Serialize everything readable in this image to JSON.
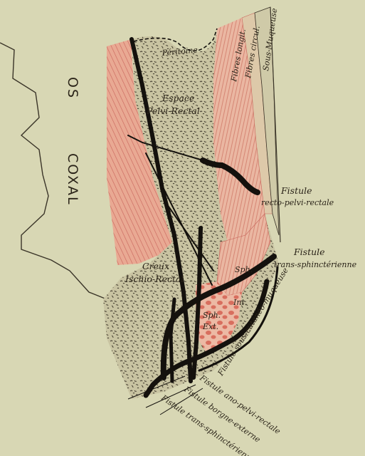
{
  "figure": {
    "colors": {
      "paper": "#d8d7b4",
      "tissue_speckle": "#c9c4a2",
      "muscle_pink": "#e9a993",
      "muscle_lines": "#c8635a",
      "ink": "#14110d"
    },
    "labels": {
      "os_coxal_1": "OS",
      "os_coxal_2": "COXAL",
      "peritoine": "Péritoine",
      "fibres_longit": "Fibres longit.",
      "fibres_circul": "Fibres circul.",
      "sous_muqueuse": "Sous-Muqueuse",
      "espace_line1": "Espace",
      "espace_line2": "Pelvi-Rectal",
      "fistule_rpr_1": "Fistule",
      "fistule_rpr_2": "recto-pelvi-rectale",
      "fistule_ts_1": "Fistule",
      "fistule_ts_2": "trans-sphinctérienne",
      "creux_1": "Creux",
      "creux_2": "Ischio-Rectal",
      "sph": "Sph.",
      "int": "Int.",
      "sph_ext_1": "Sph.",
      "sph_ext_2": "Ext.",
      "fistule_sous_cut": "Fistule sous-cutanéo-muqueuse",
      "fistule_apr": "Fistule ano-pelvi-rectale",
      "fistule_borgne": "Fistule borgne-externe",
      "fistule_ts_bottom": "Fistule trans-sphinctérienne"
    }
  }
}
